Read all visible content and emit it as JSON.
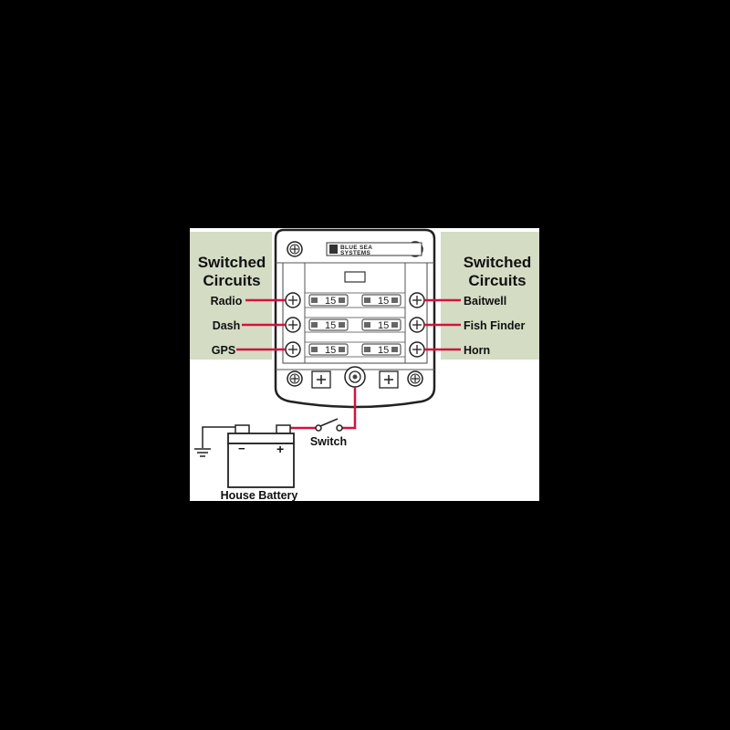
{
  "left_panel": {
    "title_line1": "Switched",
    "title_line2": "Circuits",
    "circuits": [
      "Radio",
      "Dash",
      "GPS"
    ]
  },
  "right_panel": {
    "title_line1": "Switched",
    "title_line2": "Circuits",
    "circuits": [
      "Baitwell",
      "Fish Finder",
      "Horn"
    ]
  },
  "fuse_block": {
    "brand_line1": "BLUE SEA",
    "brand_line2": "SYSTEMS",
    "fuse_rating": "15"
  },
  "labels": {
    "switch": "Switch",
    "battery": "House Battery",
    "battery_negative": "−",
    "battery_positive": "+"
  },
  "colors": {
    "panel_green": "#d4dcc4",
    "wire_red": "#d1143c",
    "background": "#000000",
    "canvas": "#ffffff"
  }
}
